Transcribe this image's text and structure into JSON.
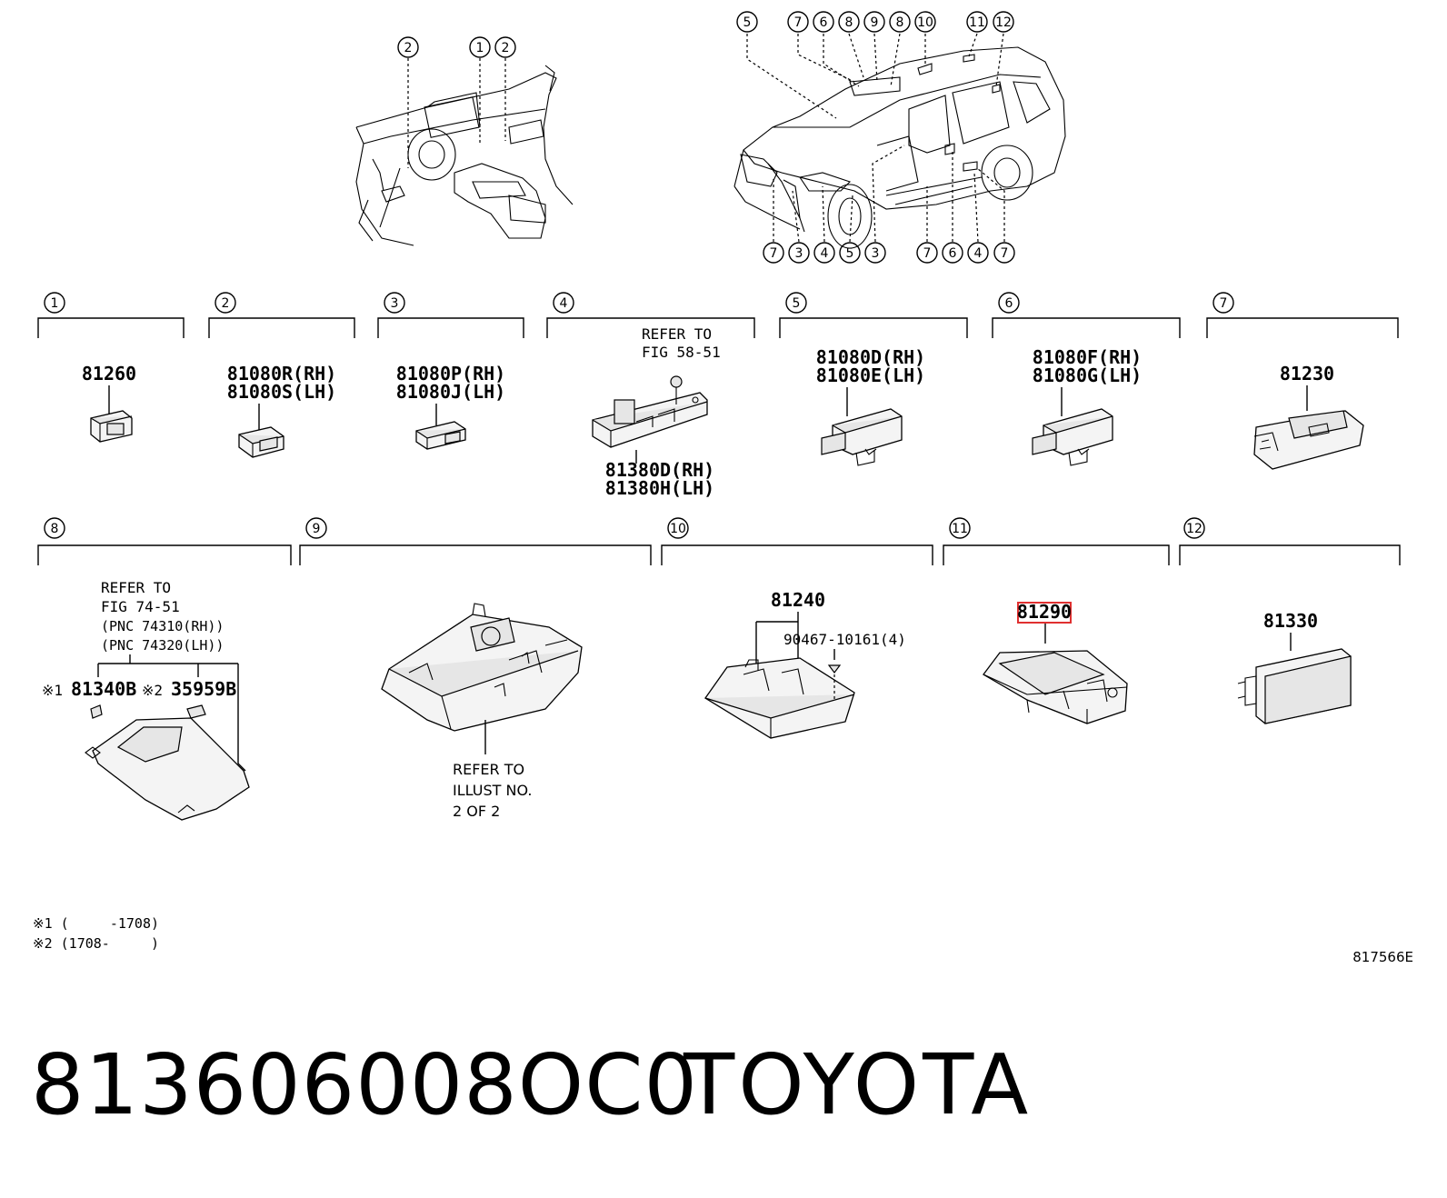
{
  "overview": {
    "interior_callouts": [
      "2",
      "1",
      "2"
    ],
    "exterior_top_callouts": [
      "5",
      "7",
      "6",
      "8",
      "9",
      "8",
      "10",
      "11",
      "12"
    ],
    "exterior_bottom_callouts": [
      "7",
      "3",
      "4",
      "5",
      "3",
      "7",
      "6",
      "4",
      "7"
    ]
  },
  "groups": [
    {
      "num": "1",
      "parts": [
        "81260"
      ]
    },
    {
      "num": "2",
      "parts": [
        "81080R(RH)",
        "81080S(LH)"
      ]
    },
    {
      "num": "3",
      "parts": [
        "81080P(RH)",
        "81080J(LH)"
      ]
    },
    {
      "num": "4",
      "refer": [
        "REFER TO",
        "FIG 58-51"
      ],
      "parts": [
        "81380D(RH)",
        "81380H(LH)"
      ]
    },
    {
      "num": "5",
      "parts": [
        "81080D(RH)",
        "81080E(LH)"
      ]
    },
    {
      "num": "6",
      "parts": [
        "81080F(RH)",
        "81080G(LH)"
      ]
    },
    {
      "num": "7",
      "parts": [
        "81230"
      ]
    },
    {
      "num": "8",
      "refer": [
        "REFER TO",
        "FIG 74-51",
        "(PNC 74310(RH))",
        "(PNC 74320(LH))"
      ],
      "sub_mark_1": "※1",
      "sub_part_1": "81340B",
      "sub_mark_2": "※2",
      "sub_part_2": "35959B"
    },
    {
      "num": "9",
      "refer": [
        "REFER TO",
        "ILLUST NO.",
        "2 OF 2"
      ]
    },
    {
      "num": "10",
      "parts": [
        "81240"
      ],
      "extra": "90467-10161(4)"
    },
    {
      "num": "11",
      "parts": [
        "81290"
      ],
      "highlighted": true
    },
    {
      "num": "12",
      "parts": [
        "81330"
      ]
    }
  ],
  "notes": [
    "※1 (     -1708)",
    "※2 (1708-     )"
  ],
  "figure_code": "817566E",
  "footer": {
    "part_number": "813606008OC0",
    "brand": "TOYOTA"
  },
  "colors": {
    "highlight": "#e03030",
    "ink": "#000000",
    "paper": "#ffffff"
  }
}
